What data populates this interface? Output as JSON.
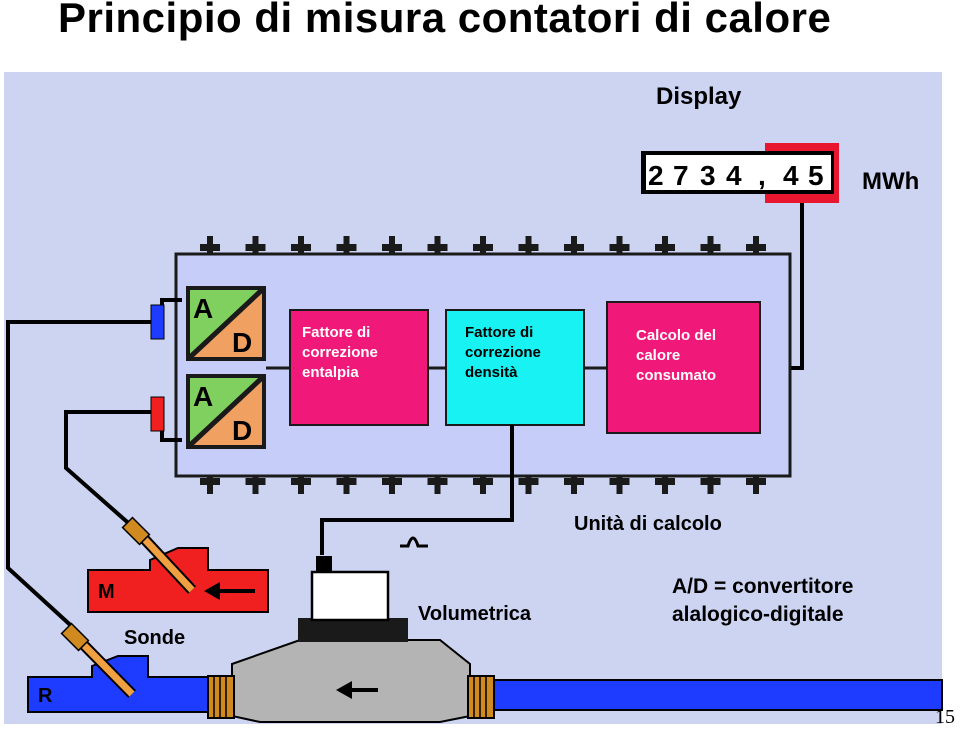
{
  "title": "Principio di misura contatori di calore",
  "page_number": "15",
  "display": {
    "label": "Display",
    "digits": [
      "2",
      "7",
      "3",
      "4",
      ",",
      "4",
      "5"
    ],
    "unit": "MWh"
  },
  "ad_converters": [
    {
      "a": "A",
      "d": "D"
    },
    {
      "a": "A",
      "d": "D"
    }
  ],
  "blocks": {
    "enthalpy": [
      "Fattore di",
      "correzione",
      "entalpia"
    ],
    "density": [
      "Fattore di",
      "correzione",
      "densità"
    ],
    "heat": [
      "Calcolo del",
      "calore",
      "consumato"
    ]
  },
  "labels": {
    "unit": "Unità di calcolo",
    "volumetric": "Volumetrica",
    "probes": "Sonde",
    "supply": "M",
    "return": "R",
    "legend_line1": "A/D = convertitore",
    "legend_line2": "alalogico-digitale"
  },
  "colors": {
    "panel_bg": "#ccd4f2",
    "unit_bg": "#c6cdf8",
    "magenta": "#f0197a",
    "cyan": "#19f2f2",
    "red": "#f02020",
    "blue": "#1e3cff",
    "meter_gray": "#b4b4b4",
    "ad_green": "#80d060",
    "ad_orange": "#f0a060",
    "display_red": "#e8172f",
    "fitting": "#d08a20"
  }
}
